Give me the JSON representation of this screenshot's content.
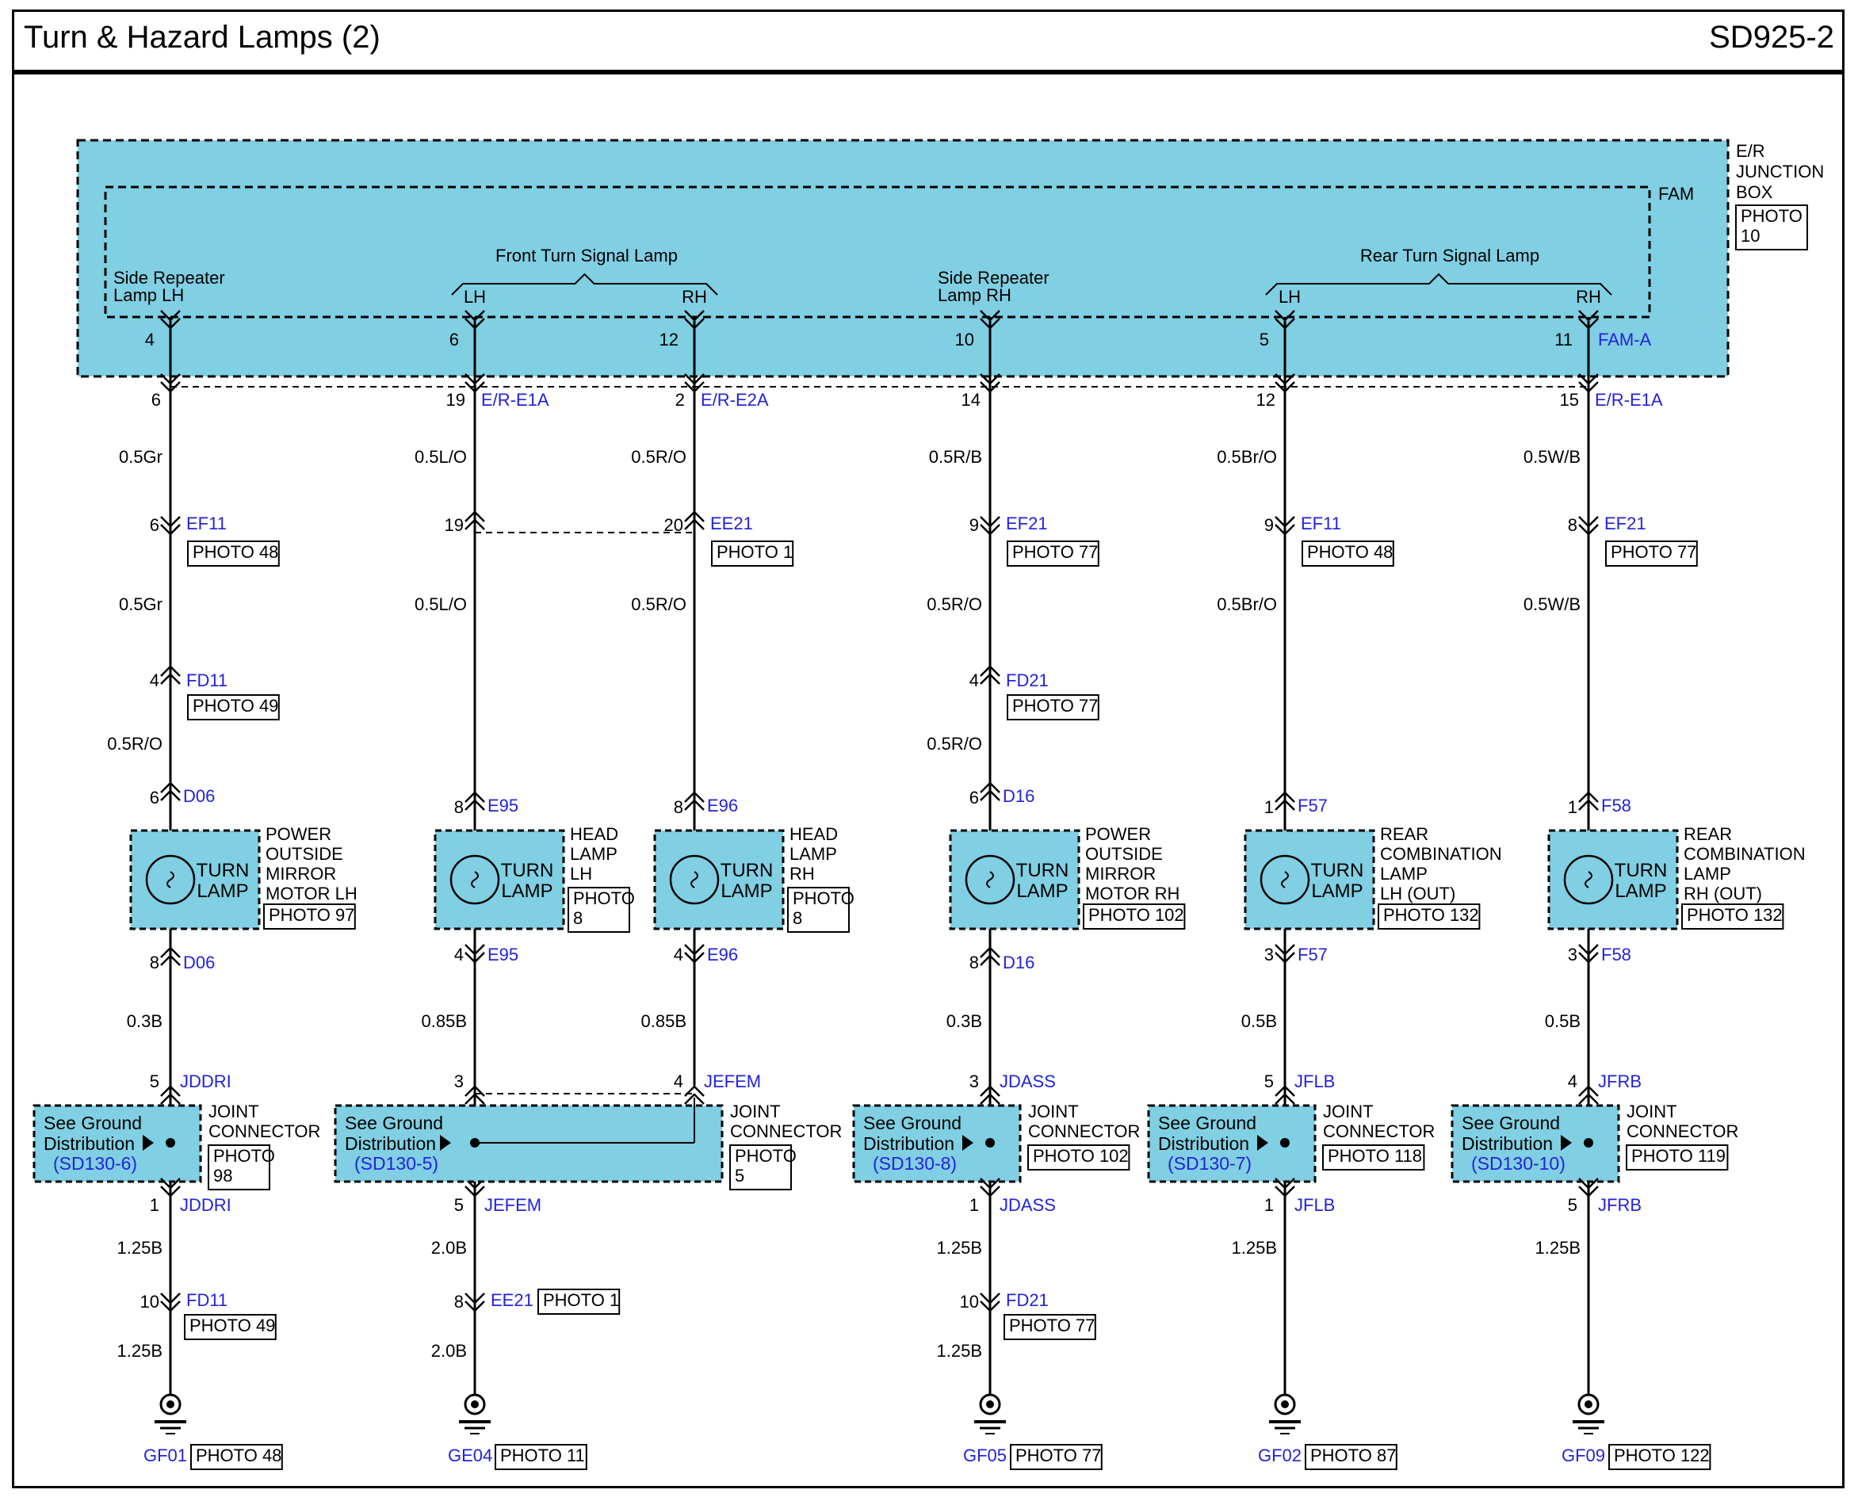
{
  "header": {
    "title": "Turn & Hazard Lamps (2)",
    "code": "SD925-2"
  },
  "junction_box": {
    "name": "E/R\nJUNCTION\nBOX",
    "photo": "PHOTO\n10",
    "module": "FAM",
    "module_connector": "FAM-A",
    "groups": {
      "front": "Front Turn Signal Lamp",
      "rear": "Rear Turn Signal Lamp",
      "side_lh": "Side Repeater\nLamp LH",
      "side_rh": "Side Repeater\nLamp RH",
      "lh": "LH",
      "rh": "RH"
    }
  },
  "circuits": [
    {
      "jb_pin": "4",
      "jb_conn_pin": "6",
      "jb_conn": "",
      "wire1": "0.5Gr",
      "c1_pin": "6",
      "c1": "EF11",
      "c1_photo": "PHOTO 48",
      "wire2": "0.5Gr",
      "c2_pin": "4",
      "c2": "FD11",
      "c2_photo": "PHOTO 49",
      "wire3": "0.5R/O",
      "lamp_in_pin": "6",
      "lamp_conn": "D06",
      "lamp_text": "TURN\nLAMP",
      "component": "POWER\nOUTSIDE\nMIRROR\nMOTOR LH",
      "component_photo": "PHOTO 97",
      "lamp_out_pin": "8",
      "lamp_out_conn": "D06",
      "wire4": "0.3B",
      "jc_in_pin": "5",
      "jc": "JDDRI",
      "jc_label": "JOINT\nCONNECTOR",
      "jc_photo": "PHOTO\n98",
      "ground_ref": "See Ground\nDistribution",
      "ground_sd": "(SD130-6)",
      "jc_out_pin": "1",
      "jc_out": "JDDRI",
      "wire5": "1.25B",
      "c3_pin": "10",
      "c3": "FD11",
      "c3_photo": "PHOTO 49",
      "wire6": "1.25B",
      "ground": "GF01",
      "ground_photo": "PHOTO 48"
    },
    {
      "jb_pin": "6",
      "jb_conn_pin": "19",
      "jb_conn": "E/R-E1A",
      "wire1": "0.5L/O",
      "c1_pin": "19",
      "wire2": "0.5L/O",
      "lamp_in_pin": "8",
      "lamp_conn": "E95",
      "lamp_text": "TURN\nLAMP",
      "component": "HEAD\nLAMP\nLH",
      "component_photo": "PHOTO\n8",
      "lamp_out_pin": "4",
      "lamp_out_conn": "E95",
      "wire4": "0.85B",
      "jc_in_pin": "3",
      "jc_out_pin": "5",
      "jc_out": "JEFEM",
      "wire5": "2.0B",
      "c3_pin": "8",
      "c3": "EE21",
      "c3_photo": "PHOTO 1",
      "wire6": "2.0B",
      "ground": "GE04",
      "ground_photo": "PHOTO 11"
    },
    {
      "jb_pin": "12",
      "jb_conn_pin": "2",
      "jb_conn": "E/R-E2A",
      "wire1": "0.5R/O",
      "c1_pin": "20",
      "c1": "EE21",
      "c1_photo": "PHOTO 1",
      "wire2": "0.5R/O",
      "lamp_in_pin": "8",
      "lamp_conn": "E96",
      "lamp_text": "TURN\nLAMP",
      "component": "HEAD\nLAMP\nRH",
      "component_photo": "PHOTO\n8",
      "lamp_out_pin": "4",
      "lamp_out_conn": "E96",
      "wire4": "0.85B",
      "jc_in_pin": "4",
      "jc": "JEFEM",
      "jc_label": "JOINT\nCONNECTOR",
      "jc_photo": "PHOTO\n5",
      "ground_ref": "See Ground\nDistribution",
      "ground_sd": "(SD130-5)"
    },
    {
      "jb_pin": "10",
      "jb_conn_pin": "14",
      "jb_conn": "",
      "wire1": "0.5R/B",
      "c1_pin": "9",
      "c1": "EF21",
      "c1_photo": "PHOTO 77",
      "wire2": "0.5R/O",
      "c2_pin": "4",
      "c2": "FD21",
      "c2_photo": "PHOTO 77",
      "wire3": "0.5R/O",
      "lamp_in_pin": "6",
      "lamp_conn": "D16",
      "lamp_text": "TURN\nLAMP",
      "component": "POWER\nOUTSIDE\nMIRROR\nMOTOR RH",
      "component_photo": "PHOTO 102",
      "lamp_out_pin": "8",
      "lamp_out_conn": "D16",
      "wire4": "0.3B",
      "jc_in_pin": "3",
      "jc": "JDASS",
      "jc_label": "JOINT\nCONNECTOR",
      "jc_photo": "PHOTO 102",
      "ground_ref": "See Ground\nDistribution",
      "ground_sd": "(SD130-8)",
      "jc_out_pin": "1",
      "jc_out": "JDASS",
      "wire5": "1.25B",
      "c3_pin": "10",
      "c3": "FD21",
      "c3_photo": "PHOTO 77",
      "wire6": "1.25B",
      "ground": "GF05",
      "ground_photo": "PHOTO 77"
    },
    {
      "jb_pin": "5",
      "jb_conn_pin": "12",
      "jb_conn": "",
      "wire1": "0.5Br/O",
      "c1_pin": "9",
      "c1": "EF11",
      "c1_photo": "PHOTO 48",
      "wire2": "0.5Br/O",
      "lamp_in_pin": "1",
      "lamp_conn": "F57",
      "lamp_text": "TURN\nLAMP",
      "component": "REAR\nCOMBINATION\nLAMP\nLH (OUT)",
      "component_photo": "PHOTO 132",
      "lamp_out_pin": "3",
      "lamp_out_conn": "F57",
      "wire4": "0.5B",
      "jc_in_pin": "5",
      "jc": "JFLB",
      "jc_label": "JOINT\nCONNECTOR",
      "jc_photo": "PHOTO 118",
      "ground_ref": "See Ground\nDistribution",
      "ground_sd": "(SD130-7)",
      "jc_out_pin": "1",
      "jc_out": "JFLB",
      "wire5": "1.25B",
      "ground": "GF02",
      "ground_photo": "PHOTO 87"
    },
    {
      "jb_pin": "11",
      "jb_conn_pin": "15",
      "jb_conn": "E/R-E1A",
      "wire1": "0.5W/B",
      "c1_pin": "8",
      "c1": "EF21",
      "c1_photo": "PHOTO 77",
      "wire2": "0.5W/B",
      "lamp_in_pin": "1",
      "lamp_conn": "F58",
      "lamp_text": "TURN\nLAMP",
      "component": "REAR\nCOMBINATION\nLAMP\nRH (OUT)",
      "component_photo": "PHOTO 132",
      "lamp_out_pin": "3",
      "lamp_out_conn": "F58",
      "wire4": "0.5B",
      "jc_in_pin": "4",
      "jc": "JFRB",
      "jc_label": "JOINT\nCONNECTOR",
      "jc_photo": "PHOTO 119",
      "ground_ref": "See Ground\nDistribution",
      "ground_sd": "(SD130-10)",
      "jc_out_pin": "5",
      "jc_out": "JFRB",
      "wire5": "1.25B",
      "ground": "GF09",
      "ground_photo": "PHOTO 122"
    }
  ],
  "colors": {
    "module_fill": "#80cfe2",
    "wire": "#000000",
    "connector_text": "#2222dd",
    "background": "#ffffff"
  }
}
